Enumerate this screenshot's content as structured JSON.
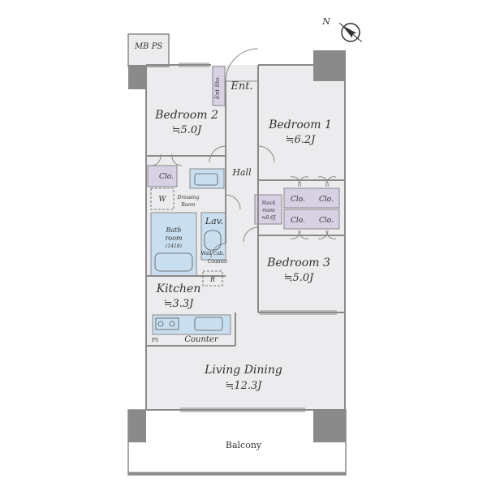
{
  "rooms": {
    "mbps": "MB PS",
    "ent": "Ent.",
    "ent_sto": "Ent Sto.",
    "bedroom2": {
      "name": "Bedroom 2",
      "size": "≒5.0J"
    },
    "bedroom1": {
      "name": "Bedroom 1",
      "size": "≒6.2J"
    },
    "bedroom3": {
      "name": "Bedroom 3",
      "size": "≒5.0J"
    },
    "hall": "Hall",
    "clo_bed2": "Clo.",
    "w": "W",
    "dressing": [
      "Dressing",
      "Room"
    ],
    "bath": [
      "Bath",
      "room",
      "(1418)"
    ],
    "lav": "Lav.",
    "wall_cab": "Wall Cab.",
    "counter_small": "Counter",
    "r": "R",
    "stock": [
      "Stock",
      "room",
      "≒0.6J"
    ],
    "clo_b1": [
      "Clo.",
      "Clo."
    ],
    "clo_b3": [
      "Clo.",
      "Clo."
    ],
    "kitchen": {
      "name": "Kitchen",
      "size": "≒3.3J"
    },
    "ps": "PS",
    "counter": "Counter",
    "living": {
      "name": "Living Dining",
      "size": "≒12.3J"
    },
    "balcony": "Balcony"
  },
  "compass": {
    "letter": "N",
    "icon": "north-arrow-icon"
  },
  "colors": {
    "floor": "#ecebed",
    "lavender": "#d8d0e3",
    "blue": "#c9dff0",
    "wall": "#8a8a8a"
  }
}
